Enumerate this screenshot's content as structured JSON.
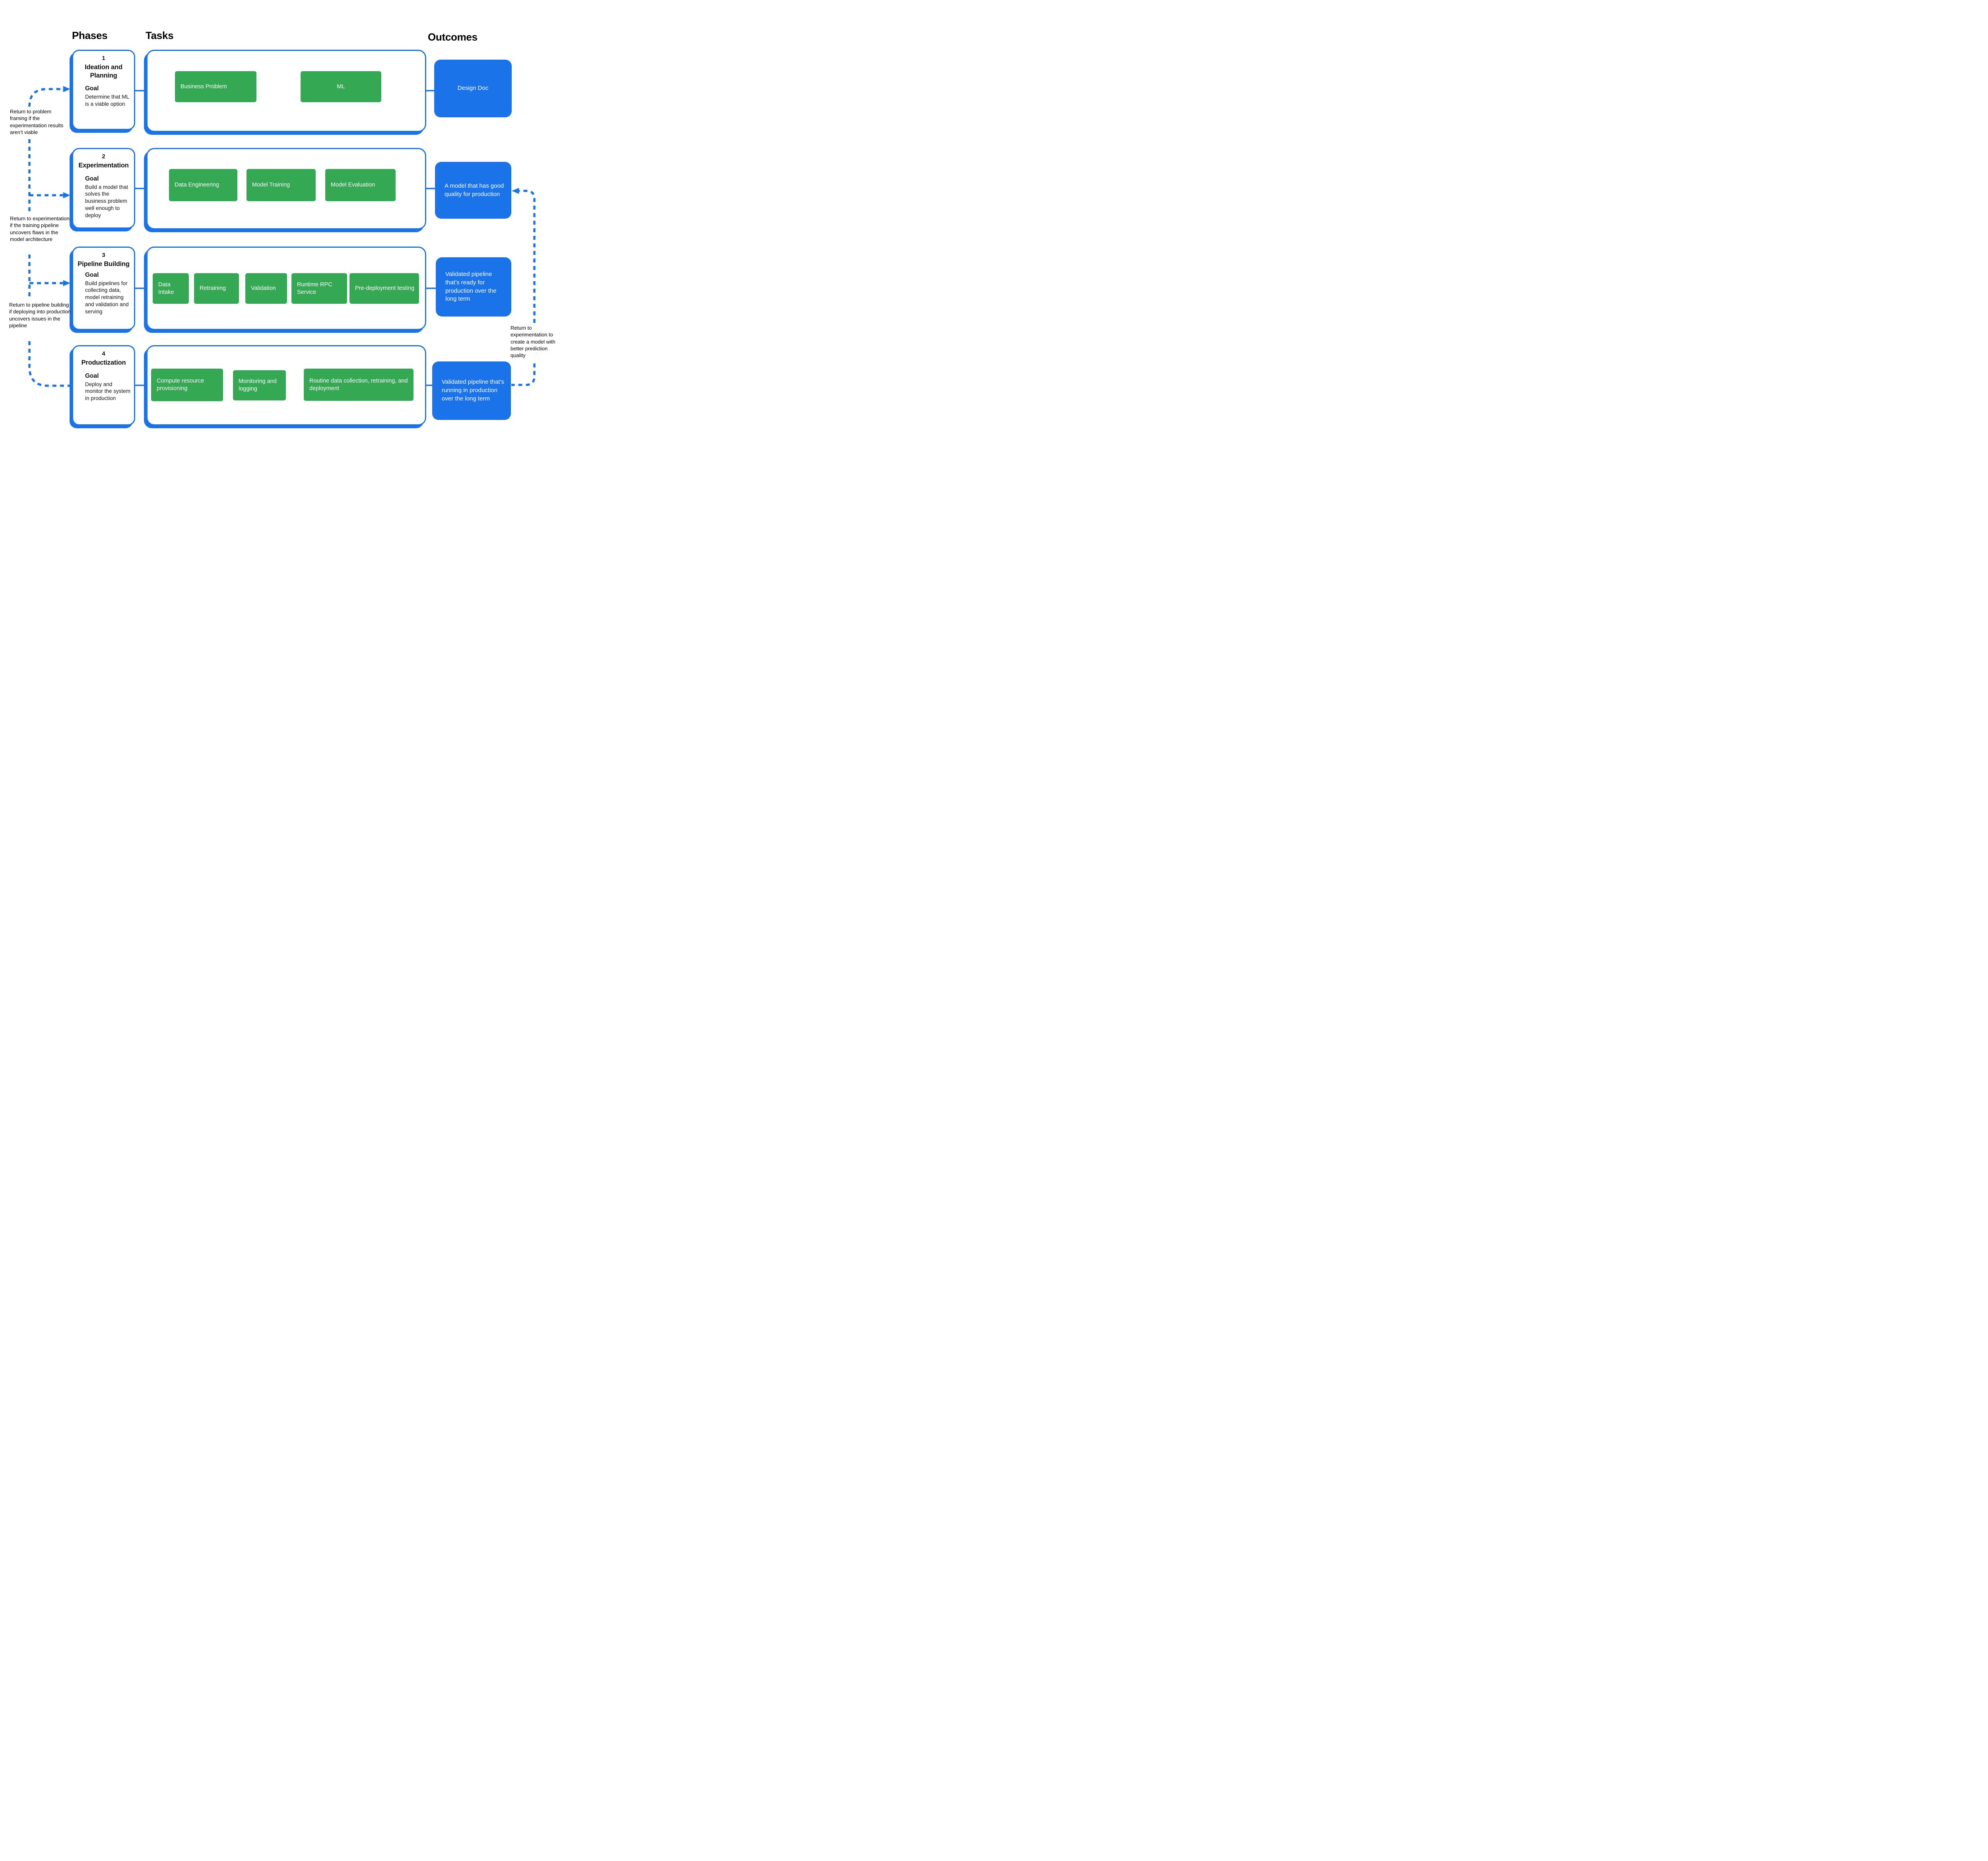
{
  "headers": {
    "phases": "Phases",
    "tasks": "Tasks",
    "outcomes": "Outcomes"
  },
  "colors": {
    "accent_blue": "#1a73e8",
    "task_green": "#34a853",
    "text_black": "#000000",
    "box_text_white": "#ffffff"
  },
  "phases": [
    {
      "number": "1",
      "title": "Ideation and Planning",
      "goal_label": "Goal",
      "goal": "Determine that ML is a viable option",
      "tasks": [
        "Business Problem",
        "ML"
      ],
      "outcome": "Design Doc"
    },
    {
      "number": "2",
      "title": "Experimentation",
      "goal_label": "Goal",
      "goal": "Build a model that solves the business problem well enough to deploy",
      "tasks": [
        "Data Engineering",
        "Model Training",
        "Model Evaluation"
      ],
      "outcome": "A model that has good quality for production"
    },
    {
      "number": "3",
      "title": "Pipeline Building",
      "goal_label": "Goal",
      "goal": "Build pipelines for collecting data, model retraining and validation and serving",
      "tasks": [
        "Data Intake",
        "Retraining",
        "Validation",
        "Runtime RPC Service",
        "Pre-deployment testing"
      ],
      "outcome": "Validated pipeline that’s ready for production over the long term"
    },
    {
      "number": "4",
      "title": "Productization",
      "goal_label": "Goal",
      "goal": "Deploy and monitor the system in production",
      "tasks": [
        "Compute resource provisioning",
        "Monitoring and logging",
        "Routine data collection, retraining, and deployment"
      ],
      "outcome": "Validated pipeline that’s running in production over the long term"
    }
  ],
  "annotations": {
    "return_to_problem_framing": "Return to problem framing if the experimentation results aren’t viable",
    "return_to_experimentation": "Return to experimentation if the training pipeline uncovers flaws in the model architecture",
    "return_to_pipeline_building": "Return to pipeline building if deploying into production uncovers issues in the pipeline",
    "return_to_experimentation_quality": "Return to experimentation to create a model with better prediction quality"
  }
}
